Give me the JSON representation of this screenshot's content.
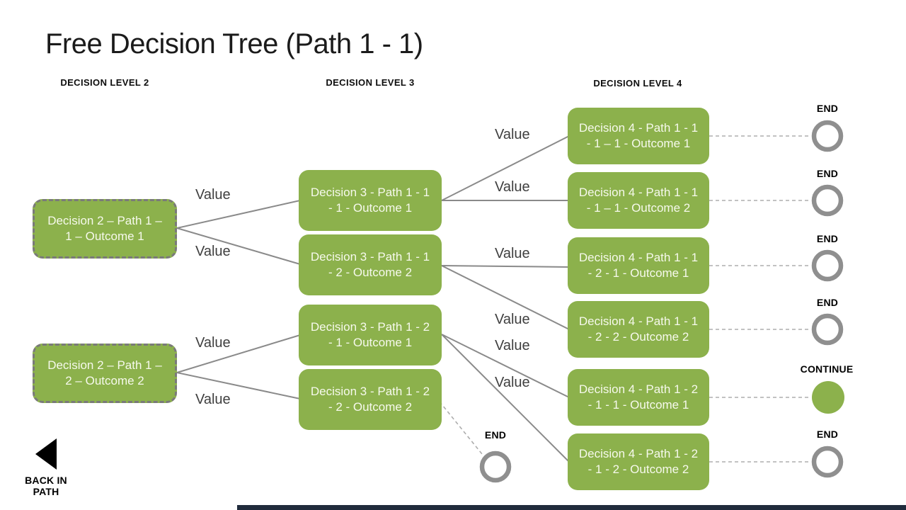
{
  "title": "Free Decision Tree (Path 1 - 1)",
  "colors": {
    "green": "#8CB14C",
    "box_text": "#F6F9EC",
    "line_gray": "#8A8A8A",
    "dash_line": "#ADADAD",
    "ring_gray": "#8F8F8F",
    "dash_gray": "#7A7A7A",
    "value_text": "#3F3F3F",
    "footer_navy": "#202B3C"
  },
  "headers": [
    "DECISION LEVEL 2",
    "DECISION LEVEL 3",
    "DECISION LEVEL 4"
  ],
  "nodes": {
    "level2": [
      "Decision 2 – Path 1 – 1 – Outcome 1",
      "Decision 2 – Path 1 – 2 – Outcome 2"
    ],
    "level3": [
      "Decision 3 - Path 1 - 1 - 1 - Outcome 1",
      "Decision 3 - Path 1 - 1 - 2 - Outcome 2",
      "Decision 3 - Path 1 - 2 - 1 - Outcome 1",
      "Decision 3 - Path 1 - 2 - 2 - Outcome 2"
    ],
    "level4": [
      "Decision 4 - Path 1 - 1 - 1 – 1 - Outcome 1",
      "Decision 4 - Path 1 - 1 - 1 – 1 - Outcome 2",
      "Decision 4 - Path 1 - 1 - 2 - 1 - Outcome 1",
      "Decision 4 - Path 1 - 1 - 2 - 2 - Outcome 2",
      "Decision 4 - Path 1 - 2 - 1 - 1 - Outcome 1",
      "Decision 4 - Path 1 - 2 - 1 - 2 - Outcome 2"
    ]
  },
  "labels": {
    "edge": "Value",
    "end": "END",
    "continue": "CONTINUE"
  },
  "back_button": {
    "label": "BACK IN PATH"
  }
}
